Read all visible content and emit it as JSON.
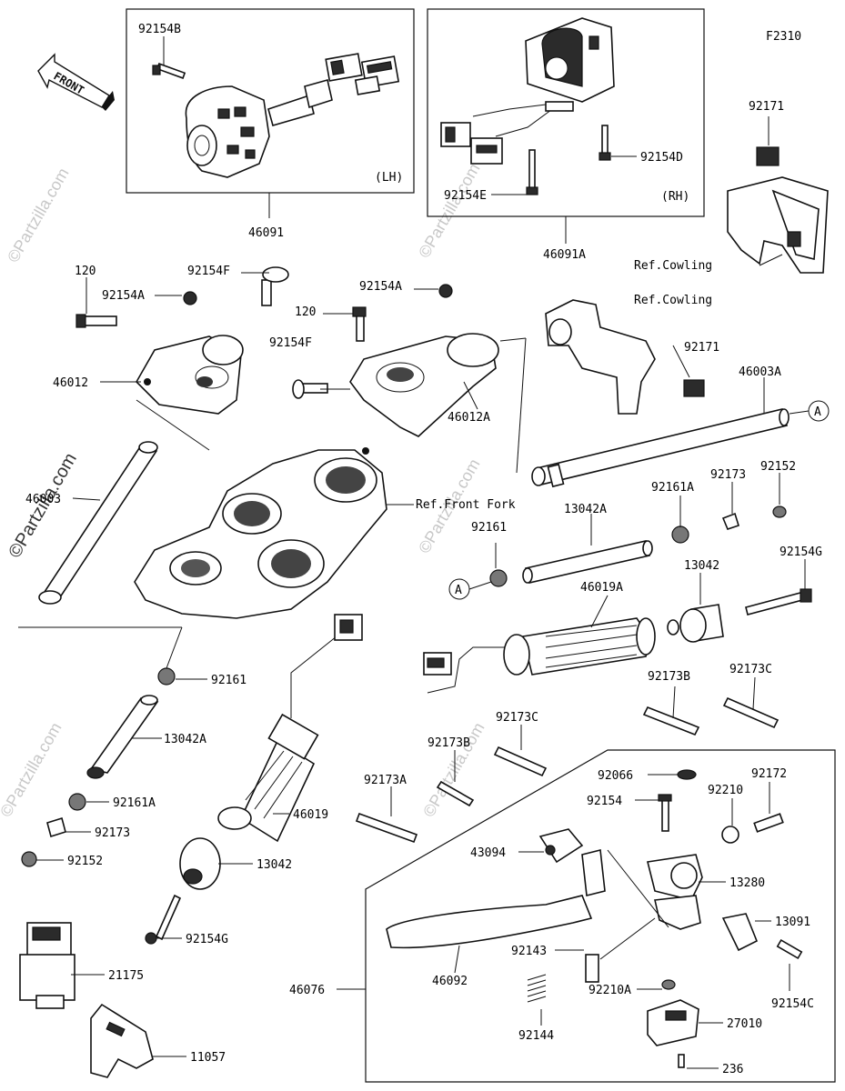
{
  "figure_code": "F2310",
  "watermark": "©Partzilla.com",
  "front_arrow": "FRONT",
  "group_labels": {
    "lh": "(LH)",
    "rh": "(RH)"
  },
  "callout_a": "A",
  "labels": {
    "p92154B": "92154B",
    "p46091": "46091",
    "p92154D": "92154D",
    "p92154E": "92154E",
    "p46091A": "46091A",
    "p92171_top": "92171",
    "ref_cowling_1": "Ref.Cowling",
    "ref_cowling_2": "Ref.Cowling",
    "p120_left": "120",
    "p92154F_left": "92154F",
    "p92154A_left": "92154A",
    "p46012": "46012",
    "p92154A_mid": "92154A",
    "p120_mid": "120",
    "p92154F_mid": "92154F",
    "p46012A": "46012A",
    "p92171_mid": "92171",
    "p46003A": "46003A",
    "p46003": "46003",
    "ref_front_fork": "Ref.Front Fork",
    "p13042A_top": "13042A",
    "p92161A_top": "92161A",
    "p92173_top": "92173",
    "p92152_top": "92152",
    "p92161_top": "92161",
    "p92154G_top": "92154G",
    "p46019A": "46019A",
    "p13042_top": "13042",
    "p92161_left": "92161",
    "p13042A_left": "13042A",
    "p92161A_left": "92161A",
    "p92173_left": "92173",
    "p92152_left": "92152",
    "p46019": "46019",
    "p13042_left": "13042",
    "p92154G_left": "92154G",
    "p92173B_right": "92173B",
    "p92173C_right": "92173C",
    "p92173C_mid": "92173C",
    "p92173B_mid": "92173B",
    "p92173A": "92173A",
    "p92066": "92066",
    "p92172": "92172",
    "p92154": "92154",
    "p92210": "92210",
    "p43094": "43094",
    "p13280": "13280",
    "p13091": "13091",
    "p46092": "46092",
    "p92143": "92143",
    "p92210A": "92210A",
    "p92154C": "92154C",
    "p46076": "46076",
    "p92144": "92144",
    "p27010": "27010",
    "p236": "236",
    "p21175": "21175",
    "p11057": "11057"
  }
}
